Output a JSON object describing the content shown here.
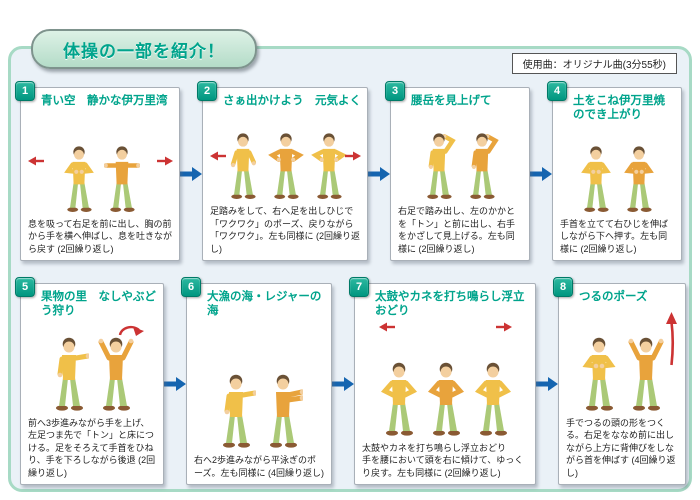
{
  "page": {
    "banner": "体操の一部を紹介！",
    "music_note": "使用曲：オリジナル曲(3分55秒)"
  },
  "colors": {
    "accent_teal": "#00a48c",
    "banner_fill": "#b4dcc8",
    "frame_border": "#a7dac5",
    "page_bg": "#eaf1f7",
    "flow_arrow_blue": "#1565b0",
    "motion_arrow_red": "#cc3333",
    "figure_shirt_yellow": "#f0c049",
    "figure_shirt_orange": "#e8a33c",
    "figure_pants_green": "#abc977"
  },
  "icons": {
    "flow_arrow": "right-arrow-icon",
    "motion_arrow": "red-motion-arrow-icon"
  },
  "panels": [
    {
      "num": "1",
      "title": "青い空　静かな伊万里湾",
      "desc": "息を吸って右足を前に出し、胸の前から手を横へ伸ばし、息を吐きながら戻す (2回繰り返し)",
      "figures": [
        "hands-chest",
        "arms-out"
      ],
      "marks": "side"
    },
    {
      "num": "2",
      "title": "さぁ出かけよう　元気よく",
      "desc": "足踏みをして、右へ足を出しひじで「ワクワク」のポーズ、戻りながら「ワクワク」。左も同様に (2回繰り返し)",
      "figures": [
        "walk",
        "elbows",
        "elbows"
      ],
      "marks": "side"
    },
    {
      "num": "3",
      "title": "腰岳を見上げて",
      "desc": "右足で踏み出し、左のかかとを「トン」と前に出し、右手をかざして見上げる。左も同様に (2回繰り返し)",
      "figures": [
        "salute",
        "salute"
      ],
      "marks": "none"
    },
    {
      "num": "4",
      "title": "土をこね伊万里焼のでき上がり",
      "desc": "手首を立てて右ひじを伸ばしながら下へ押す。左も同様に (2回繰り返し)",
      "figures": [
        "hands-chest",
        "hands-chest"
      ],
      "marks": "none"
    },
    {
      "num": "5",
      "title": "果物の里　なしやぶどう狩り",
      "desc": "前へ3歩進みながら手を上げ、左足つま先で「トン」と床につける。足をそろえて手首をひねり、手を下ろしながら後退 (2回繰り返し)",
      "figures": [
        "arm-forward",
        "arms-up"
      ],
      "marks": "curl"
    },
    {
      "num": "6",
      "title": "大漁の海・レジャーの海",
      "desc": "右へ2歩進みながら平泳ぎのポーズ。左も同様に (4回繰り返し)",
      "figures": [
        "arm-forward",
        "arms-forward"
      ],
      "marks": "none"
    },
    {
      "num": "7",
      "title": "太鼓やカネを打ち鳴らし浮立おどり",
      "desc": "太鼓やカネを打ち鳴らし浮立おどり\n手を腰において頭を右に傾けて、ゆっくり戻す。左も同様に (2回繰り返し)",
      "figures": [
        "hands-hips",
        "hands-hips",
        "hands-hips"
      ],
      "marks": "head"
    },
    {
      "num": "8",
      "title": "つるのポーズ",
      "desc": "手でつるの頭の形をつくる。右足をななめ前に出しながら上方に背伸びをしながら首を伸ばす (4回繰り返し)",
      "figures": [
        "hands-chest",
        "arms-up"
      ],
      "marks": "up"
    }
  ]
}
